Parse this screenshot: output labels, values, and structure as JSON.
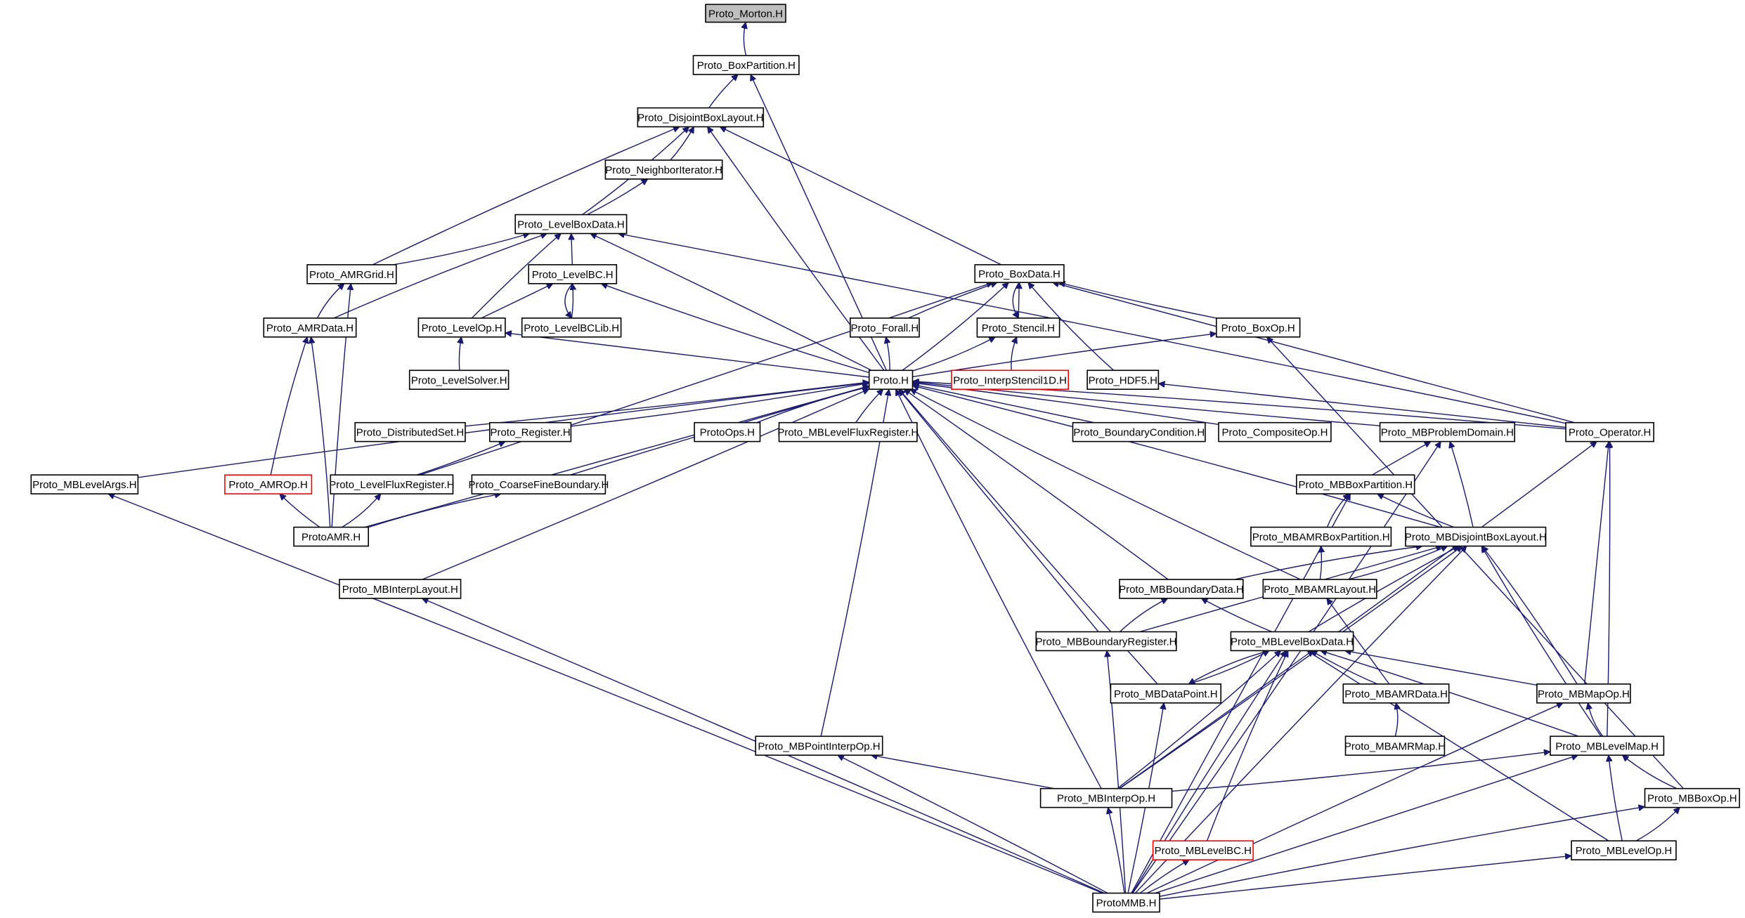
{
  "diagram": {
    "type": "include-dependency-graph",
    "colors": {
      "edge": "#191970",
      "root_fill": "#bfbfbf",
      "missing_border": "#ff0000",
      "node_border": "#000000"
    },
    "nodes": [
      {
        "id": "morton",
        "label": "Proto_Morton.H",
        "kind": "root"
      },
      {
        "id": "boxpartition",
        "label": "Proto_BoxPartition.H"
      },
      {
        "id": "dbl",
        "label": "Proto_DisjointBoxLayout.H"
      },
      {
        "id": "neighbor",
        "label": "Proto_NeighborIterator.H"
      },
      {
        "id": "lbd",
        "label": "Proto_LevelBoxData.H"
      },
      {
        "id": "amrgrid",
        "label": "Proto_AMRGrid.H"
      },
      {
        "id": "levelbc",
        "label": "Proto_LevelBC.H"
      },
      {
        "id": "boxdata",
        "label": "Proto_BoxData.H"
      },
      {
        "id": "amrdata",
        "label": "Proto_AMRData.H"
      },
      {
        "id": "levelop",
        "label": "Proto_LevelOp.H"
      },
      {
        "id": "levelbclib",
        "label": "Proto_LevelBCLib.H"
      },
      {
        "id": "forall",
        "label": "Proto_Forall.H"
      },
      {
        "id": "stencil",
        "label": "Proto_Stencil.H"
      },
      {
        "id": "boxop",
        "label": "Proto_BoxOp.H"
      },
      {
        "id": "levelsolver",
        "label": "Proto_LevelSolver.H"
      },
      {
        "id": "proto",
        "label": "Proto.H"
      },
      {
        "id": "interpstencil",
        "label": "Proto_InterpStencil1D.H",
        "kind": "missing"
      },
      {
        "id": "hdf5",
        "label": "Proto_HDF5.H"
      },
      {
        "id": "distset",
        "label": "Proto_DistributedSet.H"
      },
      {
        "id": "register",
        "label": "Proto_Register.H"
      },
      {
        "id": "protoops",
        "label": "ProtoOps.H"
      },
      {
        "id": "mblfr",
        "label": "Proto_MBLevelFluxRegister.H"
      },
      {
        "id": "bc",
        "label": "Proto_BoundaryCondition.H"
      },
      {
        "id": "compositeop",
        "label": "Proto_CompositeOp.H"
      },
      {
        "id": "mbprob",
        "label": "Proto_MBProblemDomain.H"
      },
      {
        "id": "operator",
        "label": "Proto_Operator.H"
      },
      {
        "id": "mblevelargs",
        "label": "Proto_MBLevelArgs.H"
      },
      {
        "id": "amrop",
        "label": "Proto_AMROp.H",
        "kind": "missing"
      },
      {
        "id": "lfr",
        "label": "Proto_LevelFluxRegister.H"
      },
      {
        "id": "cfb",
        "label": "Proto_CoarseFineBoundary.H"
      },
      {
        "id": "mbboxpart",
        "label": "Proto_MBBoxPartition.H"
      },
      {
        "id": "protoamr",
        "label": "ProtoAMR.H"
      },
      {
        "id": "mbamrbp",
        "label": "Proto_MBAMRBoxPartition.H"
      },
      {
        "id": "mbdbl",
        "label": "Proto_MBDisjointBoxLayout.H"
      },
      {
        "id": "mbinterplayout",
        "label": "Proto_MBInterpLayout.H"
      },
      {
        "id": "mbbounddata",
        "label": "Proto_MBBoundaryData.H"
      },
      {
        "id": "mbamrlayout",
        "label": "Proto_MBAMRLayout.H"
      },
      {
        "id": "mbboundreg",
        "label": "Proto_MBBoundaryRegister.H"
      },
      {
        "id": "mblbd",
        "label": "Proto_MBLevelBoxData.H"
      },
      {
        "id": "mbdatapoint",
        "label": "Proto_MBDataPoint.H"
      },
      {
        "id": "mbamrdata",
        "label": "Proto_MBAMRData.H"
      },
      {
        "id": "mbmapop",
        "label": "Proto_MBMapOp.H"
      },
      {
        "id": "mbamrmap",
        "label": "Proto_MBAMRMap.H"
      },
      {
        "id": "mbpointinterp",
        "label": "Proto_MBPointInterpOp.H"
      },
      {
        "id": "mblevelmap",
        "label": "Proto_MBLevelMap.H"
      },
      {
        "id": "mbinterpop",
        "label": "Proto_MBInterpOp.H"
      },
      {
        "id": "mbboxop",
        "label": "Proto_MBBoxOp.H"
      },
      {
        "id": "mblevelbc",
        "label": "Proto_MBLevelBC.H",
        "kind": "missing"
      },
      {
        "id": "mblevelop",
        "label": "Proto_MBLevelOp.H"
      },
      {
        "id": "protommb",
        "label": "ProtoMMB.H"
      }
    ],
    "edges": [
      [
        "boxpartition",
        "morton"
      ],
      [
        "dbl",
        "boxpartition"
      ],
      [
        "proto",
        "boxpartition"
      ],
      [
        "neighbor",
        "dbl"
      ],
      [
        "lbd",
        "dbl"
      ],
      [
        "amrgrid",
        "dbl"
      ],
      [
        "proto",
        "dbl"
      ],
      [
        "boxdata",
        "dbl"
      ],
      [
        "lbd",
        "neighbor"
      ],
      [
        "amrgrid",
        "lbd"
      ],
      [
        "amrdata",
        "lbd"
      ],
      [
        "levelop",
        "lbd"
      ],
      [
        "levelbc",
        "lbd"
      ],
      [
        "proto",
        "lbd"
      ],
      [
        "operator",
        "lbd"
      ],
      [
        "amrdata",
        "amrgrid"
      ],
      [
        "protoamr",
        "amrgrid"
      ],
      [
        "levelop",
        "levelbc"
      ],
      [
        "levelbclib",
        "levelbc"
      ],
      [
        "levelbc",
        "levelbclib"
      ],
      [
        "proto",
        "levelbc"
      ],
      [
        "forall",
        "boxdata"
      ],
      [
        "stencil",
        "boxdata"
      ],
      [
        "boxdata",
        "stencil"
      ],
      [
        "proto",
        "boxdata"
      ],
      [
        "hdf5",
        "boxdata"
      ],
      [
        "boxop",
        "boxdata"
      ],
      [
        "operator",
        "boxdata"
      ],
      [
        "lfr",
        "boxdata"
      ],
      [
        "protoamr",
        "amrdata"
      ],
      [
        "amrop",
        "amrdata"
      ],
      [
        "levelsolver",
        "levelop"
      ],
      [
        "proto",
        "levelop"
      ],
      [
        "proto",
        "forall"
      ],
      [
        "proto",
        "stencil"
      ],
      [
        "interpstencil",
        "stencil"
      ],
      [
        "proto",
        "boxop"
      ],
      [
        "mbboxop",
        "boxop"
      ],
      [
        "distset",
        "proto"
      ],
      [
        "register",
        "proto"
      ],
      [
        "protoops",
        "proto"
      ],
      [
        "mblfr",
        "proto"
      ],
      [
        "bc",
        "proto"
      ],
      [
        "compositeop",
        "proto"
      ],
      [
        "operator",
        "proto"
      ],
      [
        "mblevelargs",
        "proto"
      ],
      [
        "cfb",
        "proto"
      ],
      [
        "protoamr",
        "proto"
      ],
      [
        "mbinterplayout",
        "proto"
      ],
      [
        "mbpointinterp",
        "proto"
      ],
      [
        "mbinterpop",
        "proto"
      ],
      [
        "mbdatapoint",
        "proto"
      ],
      [
        "mbboundreg",
        "proto"
      ],
      [
        "mbbounddata",
        "proto"
      ],
      [
        "mbdbl",
        "proto"
      ],
      [
        "mbamrlayout",
        "proto"
      ],
      [
        "mbprob",
        "proto"
      ],
      [
        "operator",
        "hdf5"
      ],
      [
        "lfr",
        "register"
      ],
      [
        "protoamr",
        "lfr"
      ],
      [
        "protoamr",
        "cfb"
      ],
      [
        "protoamr",
        "amrop"
      ],
      [
        "mbboxpart",
        "mbprob"
      ],
      [
        "mbdbl",
        "mbprob"
      ],
      [
        "protommb",
        "mbprob"
      ],
      [
        "mbamrbp",
        "mbboxpart"
      ],
      [
        "mbdbl",
        "mbboxpart"
      ],
      [
        "protommb",
        "mbboxpart"
      ],
      [
        "mbamrlayout",
        "mbamrbp"
      ],
      [
        "mbamrlayout",
        "mbdbl"
      ],
      [
        "mbbounddata",
        "mbdbl"
      ],
      [
        "mblbd",
        "mbdbl"
      ],
      [
        "mbboundreg",
        "mbdbl"
      ],
      [
        "mbinterpop",
        "mbdbl"
      ],
      [
        "mbmapop",
        "mbdbl"
      ],
      [
        "mblevelmap",
        "mbdbl"
      ],
      [
        "protommb",
        "mbdbl"
      ],
      [
        "mbmapop",
        "operator"
      ],
      [
        "mblevelmap",
        "operator"
      ],
      [
        "mbinterpop",
        "operator"
      ],
      [
        "mbboundreg",
        "mbbounddata"
      ],
      [
        "mblbd",
        "mbbounddata"
      ],
      [
        "mbamrdata",
        "mbamrlayout"
      ],
      [
        "protommb",
        "mbboundreg"
      ],
      [
        "mbdatapoint",
        "mblbd"
      ],
      [
        "mblbd",
        "mbdatapoint"
      ],
      [
        "mbamrdata",
        "mblbd"
      ],
      [
        "mbmapop",
        "mblbd"
      ],
      [
        "mblevelmap",
        "mblbd"
      ],
      [
        "mbinterpop",
        "mblbd"
      ],
      [
        "mblevelbc",
        "mblbd"
      ],
      [
        "protommb",
        "mblbd"
      ],
      [
        "mblevelop",
        "mblbd"
      ],
      [
        "protommb",
        "mbdatapoint"
      ],
      [
        "mbamrmap",
        "mbamrdata"
      ],
      [
        "mblevelmap",
        "mbmapop"
      ],
      [
        "protommb",
        "mbmapop"
      ],
      [
        "mbinterpop",
        "mbpointinterp"
      ],
      [
        "protommb",
        "mbpointinterp"
      ],
      [
        "mbinterpop",
        "mblevelmap"
      ],
      [
        "mbboxop",
        "mblevelmap"
      ],
      [
        "mblevelop",
        "mblevelmap"
      ],
      [
        "protommb",
        "mblevelmap"
      ],
      [
        "protommb",
        "mbinterpop"
      ],
      [
        "mblevelop",
        "mbboxop"
      ],
      [
        "protommb",
        "mbboxop"
      ],
      [
        "protommb",
        "mblevelbc"
      ],
      [
        "protommb",
        "mblevelop"
      ],
      [
        "protommb",
        "mbinterplayout"
      ],
      [
        "protommb",
        "mblevelargs"
      ]
    ]
  }
}
